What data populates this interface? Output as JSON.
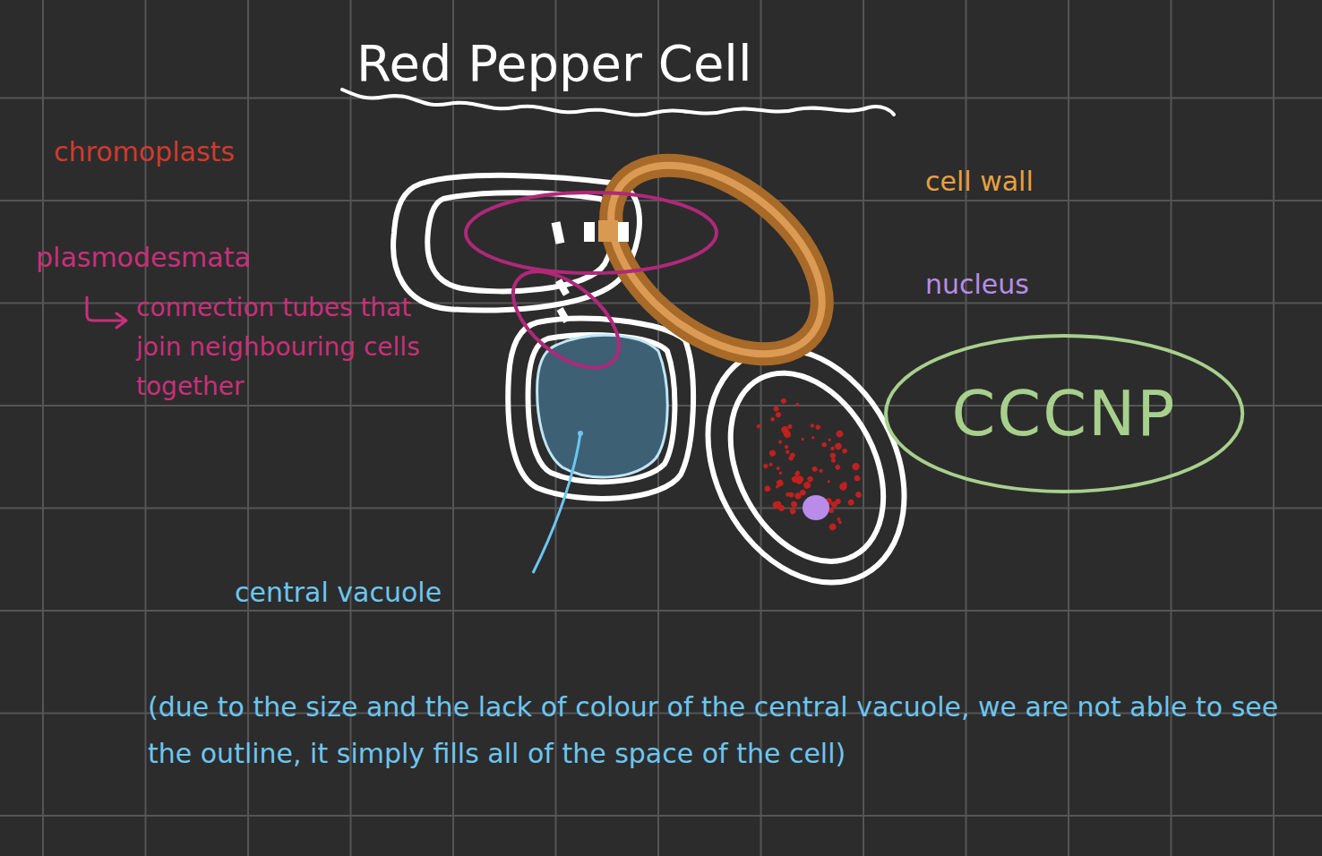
{
  "diagram": {
    "title": "Red Pepper Cell",
    "nodes": [
      {
        "text": [
          "CCCNP"
        ]
      }
    ],
    "labels": [
      "chromoplasts",
      "plasmodesmata",
      "connection tubes that join neighbouring cells together",
      "cell wall",
      "nucleus",
      "central vacuole",
      "(due to the size and the lack of colour of the central vacuole, we are not able to see the outline, it simply fills all of the space of the cell)"
    ]
  }
}
